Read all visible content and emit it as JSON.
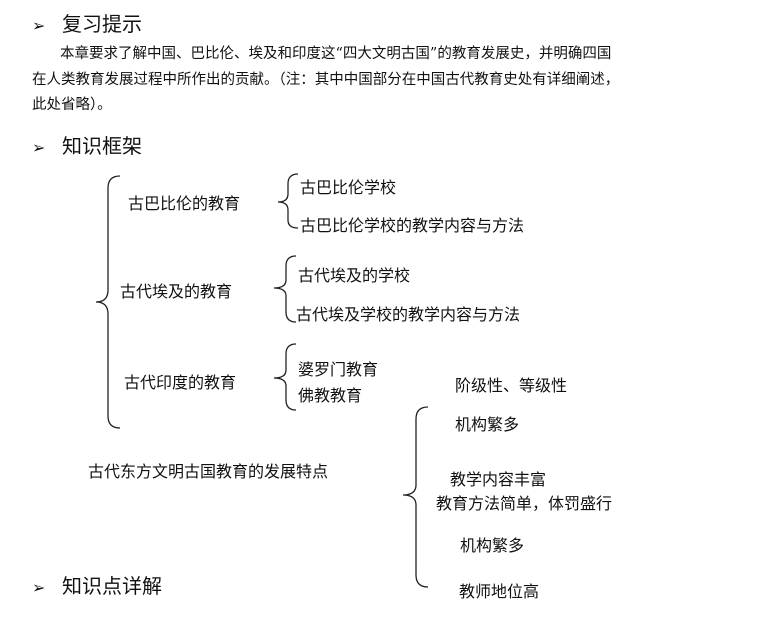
{
  "sections": {
    "review": {
      "arrow": "➢",
      "title": "复习提示"
    },
    "framework": {
      "arrow": "➢",
      "title": "知识框架"
    },
    "details": {
      "arrow": "➢",
      "title": "知识点详解"
    }
  },
  "review_text": {
    "line1": "本章要求了解中国、巴比伦、埃及和印度这“四大文明古国”的教育发展史，并明确四国",
    "line2": "在人类教育发展过程中所作出的贡献。（注：其中中国部分在中国古代教育史处有详细阐述，",
    "line3": "此处省略）。"
  },
  "framework": {
    "babylon": {
      "label": "古巴比伦的教育",
      "items": [
        "古巴比伦学校",
        "古巴比伦学校的教学内容与方法"
      ]
    },
    "egypt": {
      "label": "古代埃及的教育",
      "items": [
        "古代埃及的学校",
        "古代埃及学校的教学内容与方法"
      ]
    },
    "india": {
      "label": "古代印度的教育",
      "items": [
        "婆罗门教育",
        "佛教教育"
      ]
    },
    "features": {
      "label": "古代东方文明古国教育的发展特点",
      "items": [
        "阶级性、等级性",
        "机构繁多",
        "教学内容丰富",
        "教育方法简单，体罚盛行",
        "机构繁多",
        "教师地位高"
      ]
    }
  }
}
